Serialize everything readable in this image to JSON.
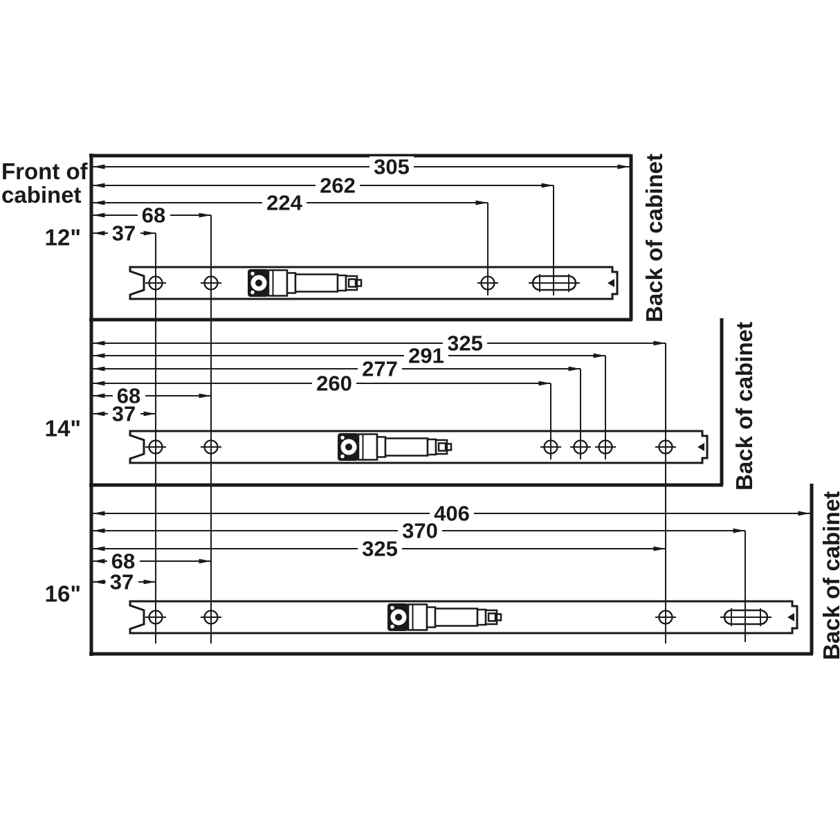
{
  "front_label": {
    "line1": "Front of",
    "line2": "cabinet"
  },
  "sections": [
    {
      "size_label": "12\"",
      "back_label": "Back of cabinet",
      "dims": [
        "305",
        "262",
        "224",
        "68",
        "37"
      ]
    },
    {
      "size_label": "14\"",
      "back_label": "Back of cabinet",
      "dims": [
        "325",
        "291",
        "277",
        "260",
        "68",
        "37"
      ]
    },
    {
      "size_label": "16\"",
      "back_label": "Back of cabinet",
      "dims": [
        "406",
        "370",
        "325",
        "68",
        "37"
      ]
    }
  ]
}
